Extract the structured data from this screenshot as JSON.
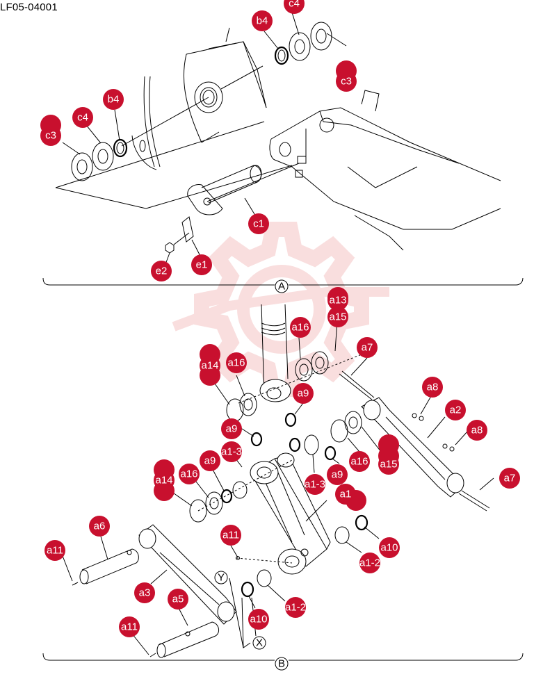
{
  "document": {
    "code": "LF05-04001"
  },
  "colors": {
    "callout_fill": "#c8102e",
    "line": "#000000",
    "watermark": "#f2b8b8"
  },
  "views": {
    "A": "A",
    "B": "B",
    "X": "X",
    "Y": "Y"
  },
  "callouts": {
    "b4_top": "b4",
    "c4_top": "c4",
    "c3_top": "c3",
    "b4_left": "b4",
    "c4_left": "c4",
    "c3_left": "c3",
    "c1": "c1",
    "e1": "e1",
    "e2": "e2",
    "a13": "a13",
    "a15_top": "a15",
    "a16_top": "a16",
    "a7_top": "a7",
    "a14_top": "a14",
    "a16_mid": "a16",
    "a9_upper": "a9",
    "a9_mid": "a9",
    "a1_3_mid": "a1-3",
    "a8_upper": "a8",
    "a2": "a2",
    "a8_lower": "a8",
    "a14_left": "a14",
    "a16_left": "a16",
    "a9_left": "a9",
    "a1_3_right": "a1-3",
    "a9_right": "a9",
    "a16_right": "a16",
    "a15_right": "a15",
    "a7_right": "a7",
    "a1": "a1",
    "a6": "a6",
    "a11_left": "a11",
    "a11_mid": "a11",
    "a10_right": "a10",
    "a1_2_right": "a1-2",
    "a3": "a3",
    "a5": "a5",
    "a1_2_left": "a1-2",
    "a10_bottom": "a10",
    "a11_bottom": "a11"
  }
}
